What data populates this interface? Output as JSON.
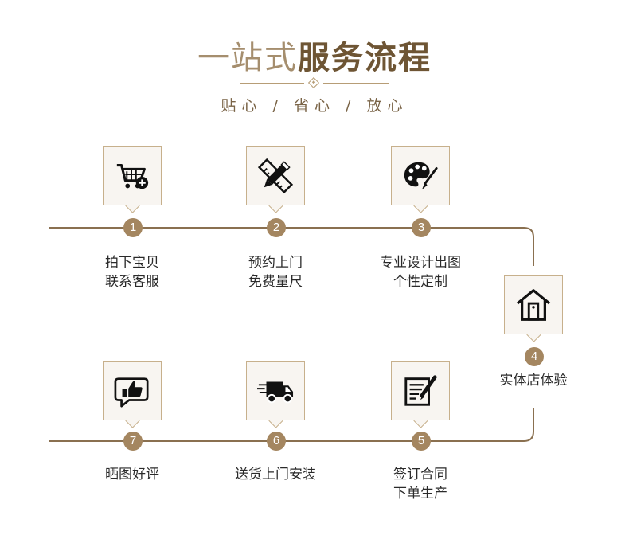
{
  "header": {
    "title_light": "一站式",
    "title_bold": "服务流程",
    "subtitle": "贴心 / 省心 / 放心"
  },
  "colors": {
    "accent": "#a48660",
    "line": "#8a7050",
    "card_border": "#c7b08c",
    "title": "#6e5534"
  },
  "steps": [
    {
      "num": "1",
      "icon": "shopping-cart-add-icon",
      "line1": "拍下宝贝",
      "line2": "联系客服"
    },
    {
      "num": "2",
      "icon": "pencil-ruler-icon",
      "line1": "预约上门",
      "line2": "免费量尺"
    },
    {
      "num": "3",
      "icon": "paint-palette-icon",
      "line1": "专业设计出图",
      "line2": "个性定制"
    },
    {
      "num": "4",
      "icon": "store-house-icon",
      "line1": "实体店体验",
      "line2": ""
    },
    {
      "num": "5",
      "icon": "contract-sign-icon",
      "line1": "签订合同",
      "line2": "下单生产"
    },
    {
      "num": "6",
      "icon": "delivery-truck-icon",
      "line1": "送货上门安装",
      "line2": ""
    },
    {
      "num": "7",
      "icon": "thumbs-up-review-icon",
      "line1": "晒图好评",
      "line2": ""
    }
  ]
}
